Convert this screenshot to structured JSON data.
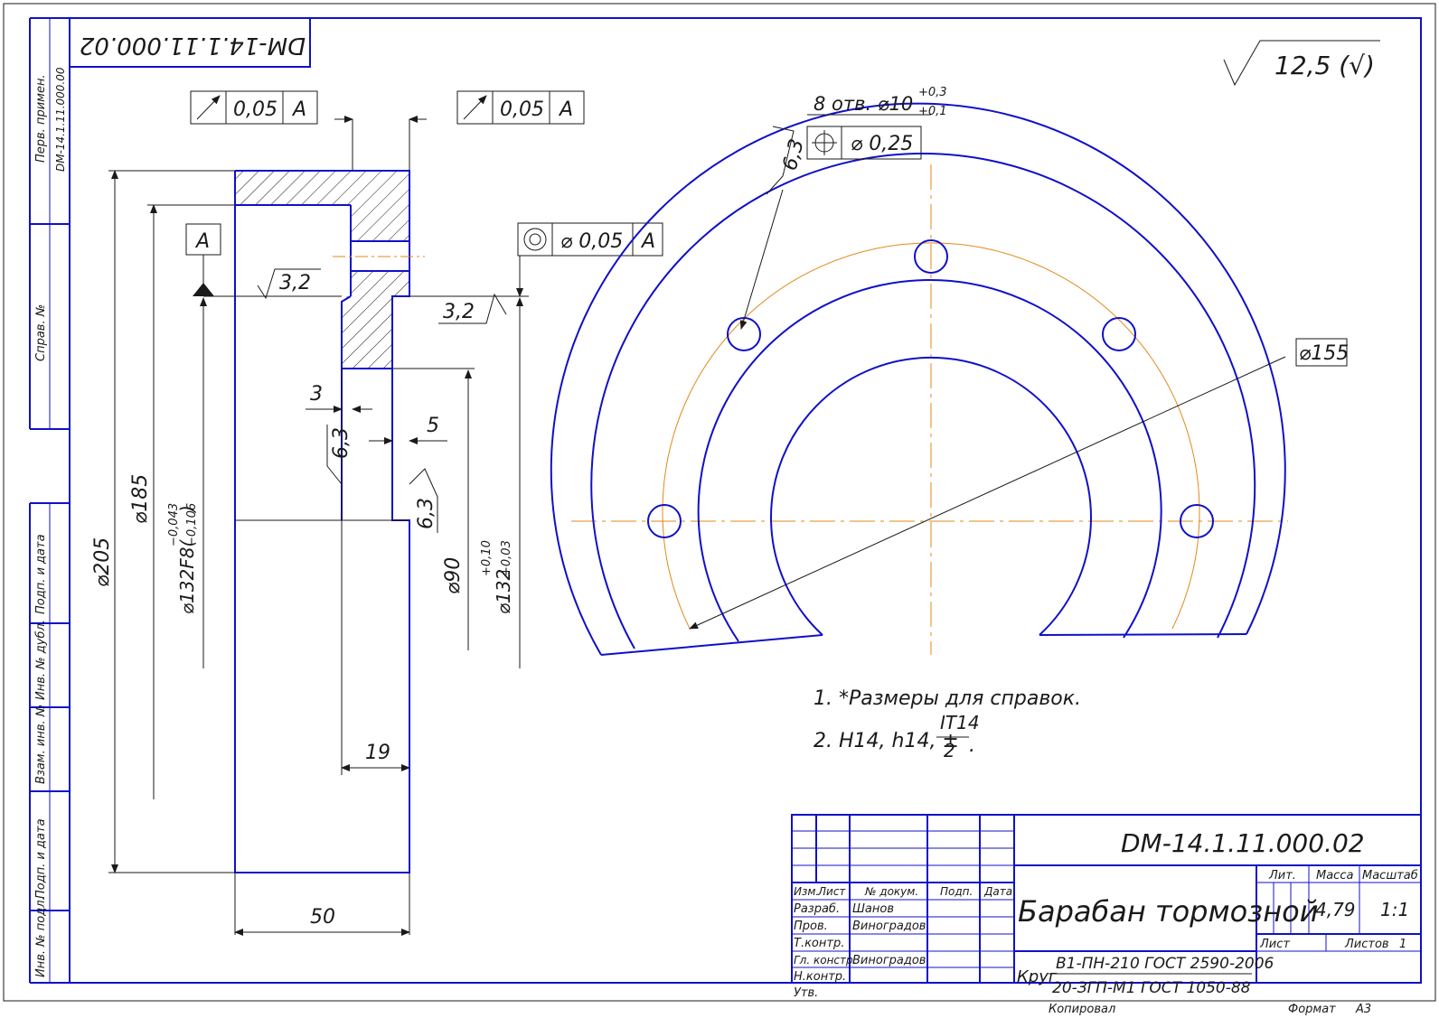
{
  "drawing": {
    "designation": "DM-14.1.11.000.02",
    "designation_rotated": "DM-14.1.11.000.02",
    "title": "Барабан тормозной",
    "roughness_general": "12,5 (√)",
    "notes": [
      "1. *Размеры для справок.",
      "2. H14, h14, ±"
    ],
    "note_fraction": {
      "num": "IT14",
      "den": "2"
    },
    "note_dot": "."
  },
  "left_strip": {
    "perv_primen_label": "Перв. примен.",
    "perv_primen_value": "DM-14.1.11.000.00",
    "sprav_label": "Справ. №",
    "podp_data_1": "Подп. и дата",
    "inv_dubl": "Инв. № дубл.",
    "vzam_inv": "Взам. инв. №",
    "podp_data_2": "Подп. и дата",
    "inv_podl": "Инв. № подл."
  },
  "section_view": {
    "tol_frame_1": {
      "value": "0,05",
      "datum": "A"
    },
    "tol_frame_2": {
      "value": "0,05",
      "datum": "A"
    },
    "tol_frame_3": {
      "symbol": "◎",
      "value": "⌀ 0,05",
      "datum": "A"
    },
    "datum_label": "A",
    "rough_32_a": "3,2",
    "rough_32_b": "3,2",
    "rough_63_a": "6,3",
    "rough_63_b": "6,3",
    "dim_3": "3",
    "dim_5": "5",
    "dim_19": "19",
    "dim_50": "50",
    "dim_d205": "⌀205",
    "dim_d185": "⌀185",
    "dim_d132f8_base": "⌀132F8(",
    "dim_d132f8_up": "−0,043",
    "dim_d132f8_lo": "−0,106",
    "dim_d132f8_close": ")",
    "dim_d90": "⌀90",
    "dim_d132_base": "⌀132",
    "dim_d132_up": "+0,10",
    "dim_d132_lo": "+0,03"
  },
  "plan_view": {
    "holes_label_base": "8 отв. ⌀10",
    "holes_up": "+0,3",
    "holes_lo": "+0,1",
    "holes_tol": "⌀ 0,25",
    "rough_63": "6,3",
    "dim_d155": "⌀155"
  },
  "title_block": {
    "headers": {
      "izm": "Изм.",
      "list": "Лист",
      "dokum": "№ докум.",
      "podp": "Подп.",
      "data": "Дата"
    },
    "razrab_label": "Разраб.",
    "razrab_name": "Шанов",
    "prov_label": "Пров.",
    "prov_name": "Виноградов",
    "tkontr_label": "Т.контр.",
    "glkonstr_label": "Гл. констр.",
    "glkonstr_name": "Виноградов",
    "nkontr_label": "Н.контр.",
    "utv_label": "Утв.",
    "lit_label": "Лит.",
    "massa_label": "Масса",
    "masshtab_label": "Масштаб",
    "massa_value": "4,79",
    "masshtab_value": "1:1",
    "list_label": "Лист",
    "listov_label": "Листов",
    "listov_value": "1",
    "material_word": "Круг",
    "material_top": "В1-ПН-210 ГОСТ 2590-2006",
    "material_bottom": "20-ЗГП-М1 ГОСТ 1050-88",
    "kopiroval": "Копировал",
    "format_label": "Формат",
    "format_value": "А3"
  },
  "colors": {
    "line": "#1010c8",
    "center": "#e08a1a",
    "text": "#1a1a1a"
  }
}
